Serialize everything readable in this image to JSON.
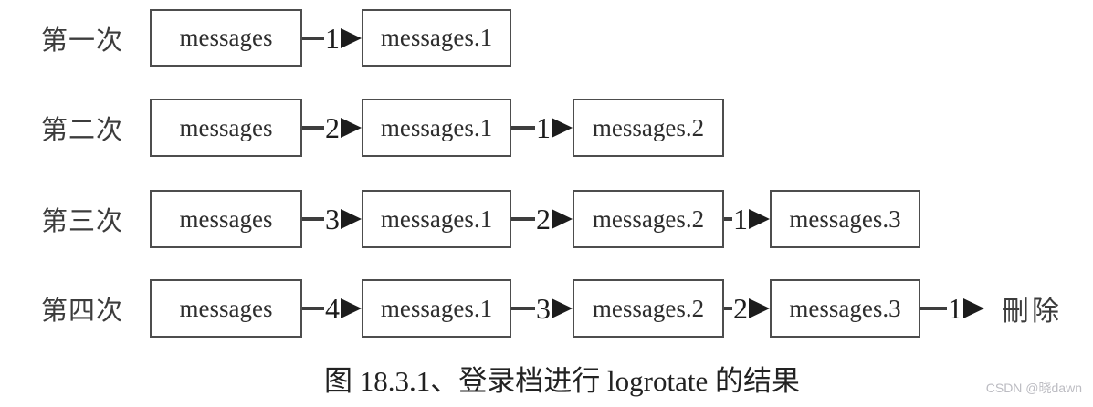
{
  "diagram": {
    "rows": [
      {
        "label": "第一次",
        "nodes": [
          "messages",
          "messages.1"
        ],
        "arrows": [
          "1"
        ]
      },
      {
        "label": "第二次",
        "nodes": [
          "messages",
          "messages.1",
          "messages.2"
        ],
        "arrows": [
          "2",
          "1"
        ]
      },
      {
        "label": "第三次",
        "nodes": [
          "messages",
          "messages.1",
          "messages.2",
          "messages.3"
        ],
        "arrows": [
          "3",
          "2",
          "1"
        ]
      },
      {
        "label": "第四次",
        "nodes": [
          "messages",
          "messages.1",
          "messages.2",
          "messages.3"
        ],
        "arrows": [
          "4",
          "3",
          "2",
          "1"
        ],
        "end_text": "刪除"
      }
    ]
  },
  "caption": "图 18.3.1、登录档进行 logrotate 的结果",
  "watermark": "CSDN @晓dawn",
  "colors": {
    "background": "#ffffff",
    "box_border": "#4d4d4d",
    "box_text": "#2e2e2e",
    "label_text": "#3c3c3c",
    "arrow": "#1c1c1c",
    "caption_text": "#222222",
    "watermark_text": "#bcbcc2"
  }
}
